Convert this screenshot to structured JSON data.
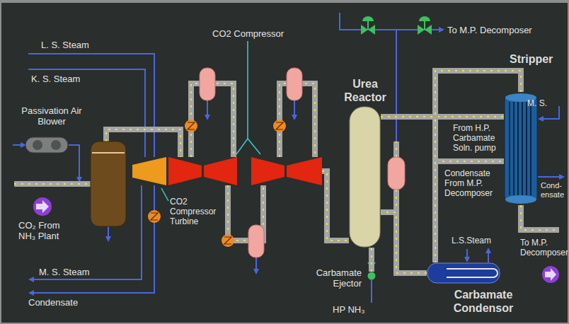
{
  "diagram": {
    "nodes": [
      {
        "text": [
          "Passivation Air Blower"
        ]
      },
      {
        "text": [
          "Urea Reactor"
        ]
      },
      {
        "text": [
          "Stripper"
        ]
      },
      {
        "text": [
          "Carbamate Ejector"
        ]
      },
      {
        "text": [
          "Carbamate Condensor"
        ]
      }
    ],
    "edges": [
      {
        "from": 1,
        "to": 2,
        "arrow": "none"
      },
      {
        "from": 2,
        "to": 4,
        "arrow": "none"
      },
      {
        "from": 4,
        "to": 1,
        "arrow": "none"
      },
      {
        "from": 3,
        "to": 1,
        "arrow": "none"
      }
    ],
    "labels": [
      "L. S. Steam",
      "K. S. Steam",
      "CO2 Compressor",
      "To M.P. Decomposer",
      "M. S.",
      "From H.P. Carbamate Soln. pump",
      "Condensate From M.P. Decomposer",
      "Cond-ensate",
      "CO2 Compressor Turbine",
      "CO₂ From NH₃ Plant",
      "M. S. Steam",
      "Condensate",
      "L.S.Steam",
      "To M.P. Decomposer",
      "HP NH₃"
    ]
  }
}
